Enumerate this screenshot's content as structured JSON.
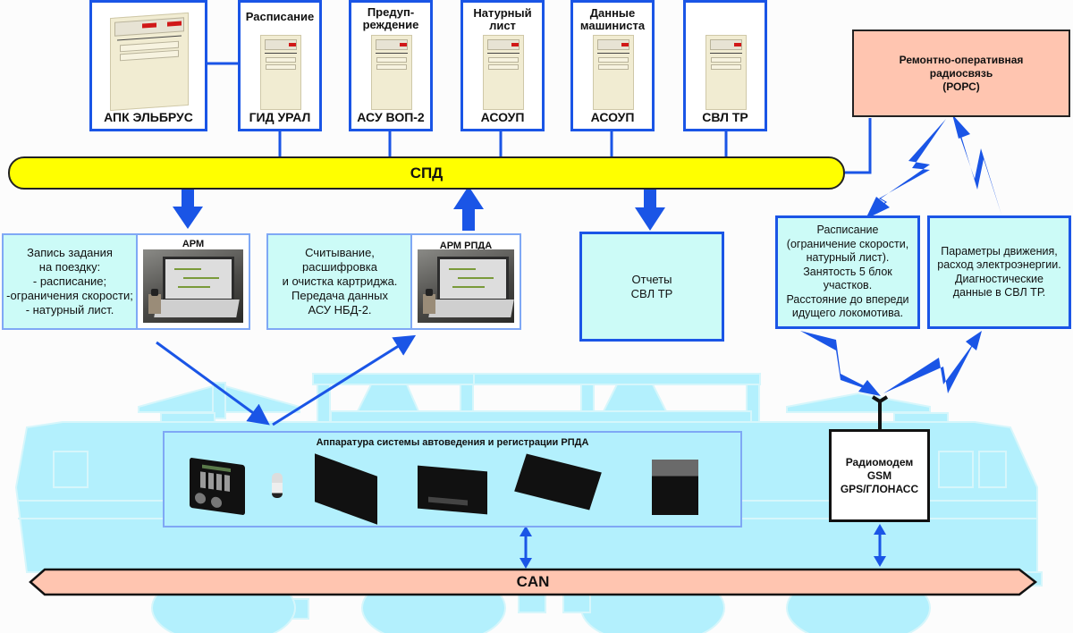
{
  "servers": [
    {
      "id": "elbrus",
      "title": "",
      "label": "АПК ЭЛЬБРУС"
    },
    {
      "id": "gid-ural",
      "title": "Расписание",
      "label": "ГИД УРАЛ"
    },
    {
      "id": "asu-vop2",
      "title": "Предуп-\nреждение",
      "label": "АСУ ВОП-2"
    },
    {
      "id": "asoup-1",
      "title": "Натурный\nлист",
      "label": "АСОУП"
    },
    {
      "id": "asoup-2",
      "title": "Данные\nмашиниста",
      "label": "АСОУП"
    },
    {
      "id": "svl-tr",
      "title": "",
      "label": "СВЛ ТР"
    }
  ],
  "bus_spd": {
    "label": "СПД"
  },
  "bus_can": {
    "label": "CAN"
  },
  "rors": {
    "text": "Ремонтно-оперативная\nрадиосвязь\n(РОРС)"
  },
  "arm_prep": {
    "title": "АРМ\nподготовки данных",
    "description": "Запись задания\nна поездку:\n- расписание;\n-ограничения скорости;\n- натурный лист."
  },
  "arm_rpda": {
    "title": "АРМ РПДА",
    "description": "Считывание,\nрасшифровка\nи очистка картриджа.\nПередача данных\nАСУ НБД-2."
  },
  "reports": {
    "text": "Отчеты\nСВЛ ТР"
  },
  "radio_down": {
    "text": "Расписание\n(ограничение скорости,\nнатурный лист).\nЗанятость 5 блок\nучастков.\nРасстояние до впереди\nидущего локомотива."
  },
  "radio_up": {
    "text": "Параметры движения,\nрасход электроэнергии.\nДиагностические\nданные в СВЛ ТР."
  },
  "equipment": {
    "title": "Аппаратура системы автоведения и регистрации РПДА"
  },
  "modem": {
    "text": "Радиомодем\nGSM\nGPS/ГЛОНАСС"
  },
  "colors": {
    "link_blue": "#1a55e6",
    "spd_yellow": "#ffff00",
    "can_salmon": "#ffc5b0",
    "rors_salmon": "#ffc5b0",
    "info_cyan": "#ccfbf7",
    "loco_cyan": "#b3f0fd"
  }
}
